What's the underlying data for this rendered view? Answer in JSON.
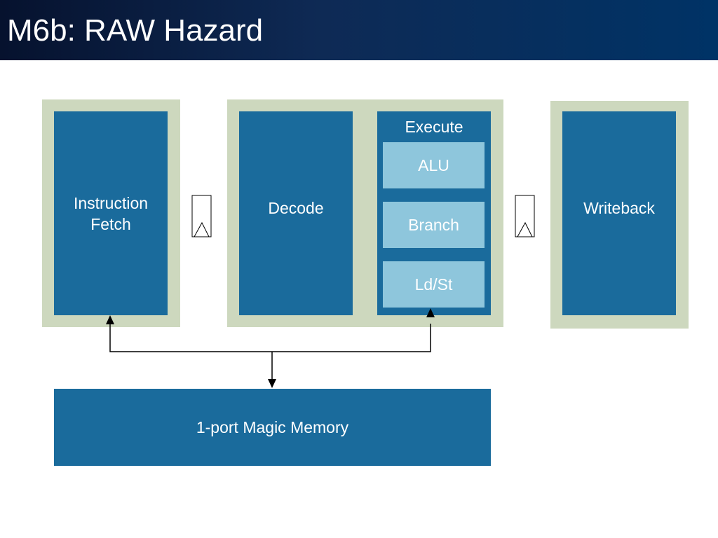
{
  "slide": {
    "title": "M6b: RAW Hazard"
  },
  "stages": {
    "fetch": {
      "line1": "Instruction",
      "line2": "Fetch"
    },
    "decode": {
      "label": "Decode"
    },
    "execute": {
      "label": "Execute",
      "units": [
        "ALU",
        "Branch",
        "Ld/St"
      ]
    },
    "writeback": {
      "label": "Writeback"
    }
  },
  "memory": {
    "label": "1-port Magic Memory"
  },
  "colors": {
    "title_bar": "#0e2a55",
    "block": "#1a6b9c",
    "stage_frame": "#cdd8be",
    "unit": "#8ec6dc"
  }
}
